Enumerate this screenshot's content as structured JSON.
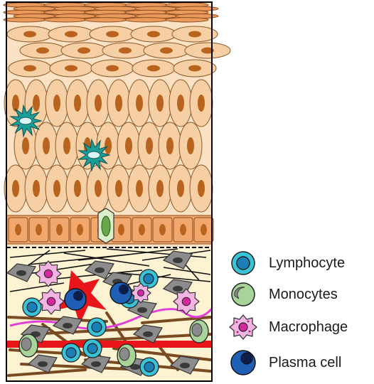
{
  "legend": {
    "items": [
      {
        "label": "Lymphocyte",
        "icon": "lymphocyte-icon"
      },
      {
        "label": "Monocytes",
        "icon": "monocyte-icon"
      },
      {
        "label": "Macrophage",
        "icon": "macrophage-icon"
      },
      {
        "label": "Plasma cell",
        "icon": "plasma-cell-icon"
      }
    ]
  },
  "colors": {
    "epithelial_cell_fill": "#f7cfa5",
    "epithelial_cell_stroke": "#8a5a2b",
    "nucleus": "#b8641e",
    "basal_cell_fill": "#f2a86c",
    "lamina_propria_bg": "#fdf3d2",
    "lymphocyte": "#38c3d6",
    "monocyte": "#a8d49a",
    "macrophage": "#f3b4e3",
    "plasma_cell": "#1f5fb5",
    "blood_vessel": "#e8151a",
    "fibre_brown": "#7a4a22",
    "fibre_magenta": "#e23fd8",
    "langerhans_cell": "#1a9e9a"
  }
}
